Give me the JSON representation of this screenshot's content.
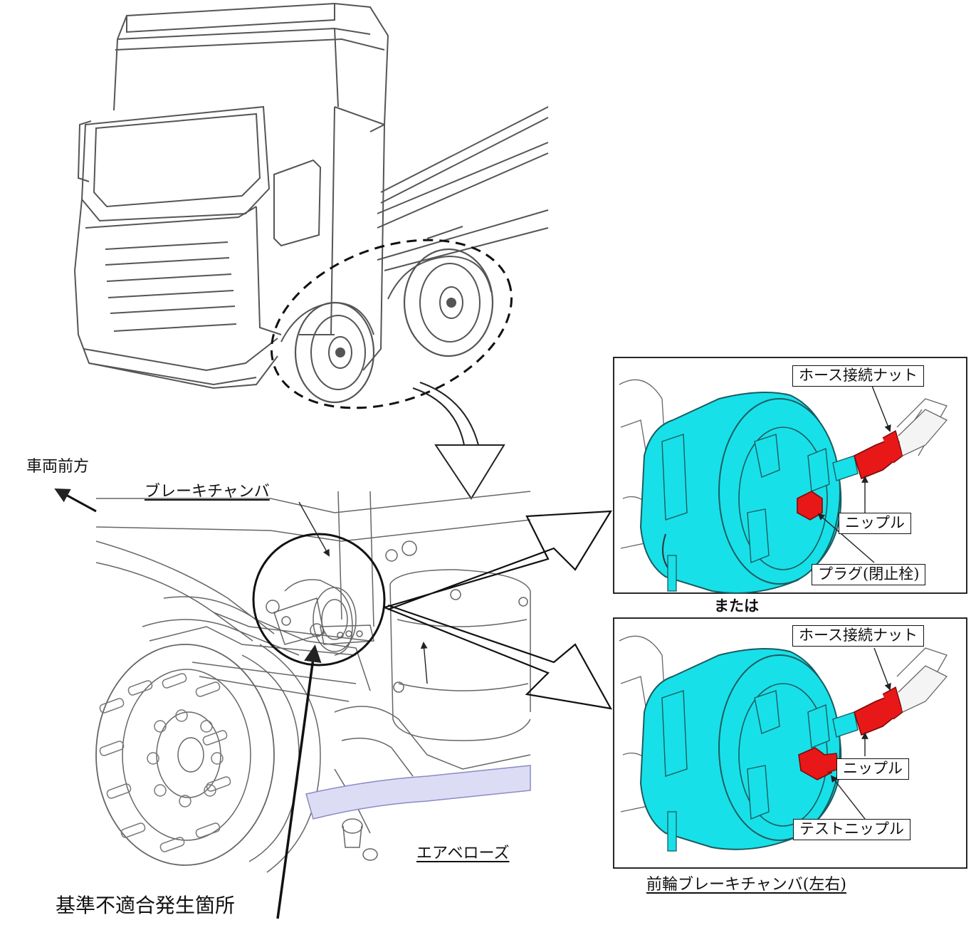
{
  "labels": {
    "vehicle_front": "車両前方",
    "brake_chamber": "ブレーキチャンバ",
    "air_bellows": "エアベローズ",
    "nonconformity_location": "基準不適合発生箇所",
    "or": "または",
    "front_brake_chamber_lr": "前輪ブレーキチャンバ(左右)"
  },
  "detail_top": {
    "hose_nut": "ホース接続ナット",
    "nipple": "ニップル",
    "plug": "プラグ(閉止栓)"
  },
  "detail_bottom": {
    "hose_nut": "ホース接続ナット",
    "nipple": "ニップル",
    "test_nipple": "テストニップル"
  },
  "colors": {
    "chamber": "#18e0e8",
    "fitting": "#e81818",
    "line": "#222222",
    "tube_shade": "#c8c8ee"
  }
}
